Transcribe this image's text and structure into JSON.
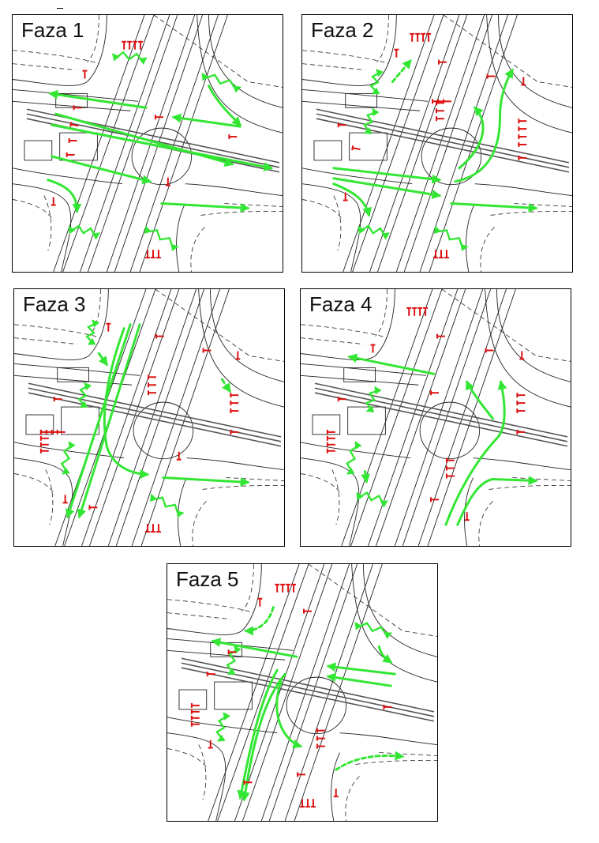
{
  "panels": [
    {
      "id": 1,
      "title": "Faza 1"
    },
    {
      "id": 2,
      "title": "Faza 2"
    },
    {
      "id": 3,
      "title": "Faza 3"
    },
    {
      "id": 4,
      "title": "Faza 4"
    },
    {
      "id": 5,
      "title": "Faza 5"
    }
  ],
  "colors": {
    "movement": "#33e633",
    "signal": "#dd1111",
    "line": "#222222",
    "tram": "#555555"
  }
}
